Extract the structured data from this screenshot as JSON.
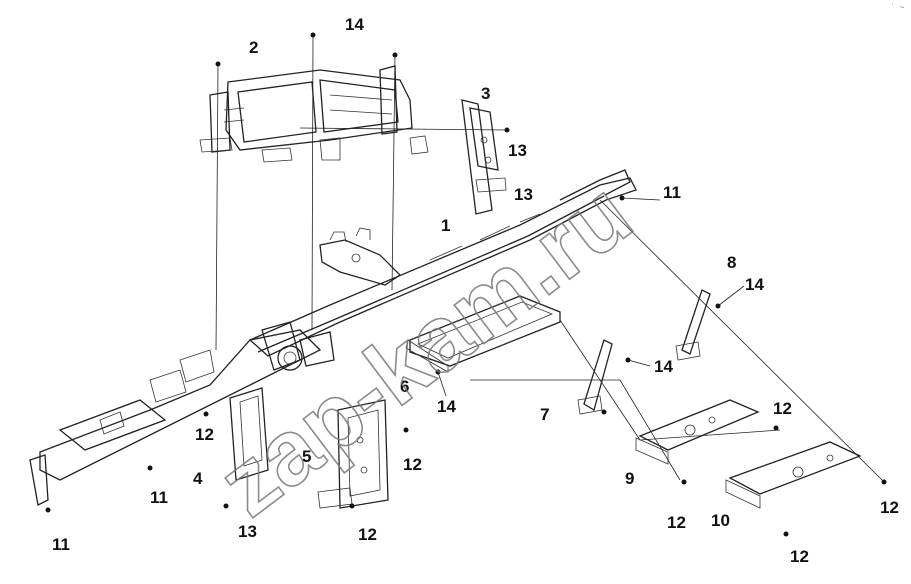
{
  "watermark": {
    "text": "zap-kam.ru"
  },
  "corner_mark": "˙ ~",
  "callouts": [
    {
      "label": "14"
    },
    {
      "label": "2"
    },
    {
      "label": "3"
    },
    {
      "label": "13"
    },
    {
      "label": "13"
    },
    {
      "label": "11"
    },
    {
      "label": "1"
    },
    {
      "label": "8"
    },
    {
      "label": "14"
    },
    {
      "label": "14"
    },
    {
      "label": "6"
    },
    {
      "label": "14"
    },
    {
      "label": "7"
    },
    {
      "label": "12"
    },
    {
      "label": "12"
    },
    {
      "label": "9"
    },
    {
      "label": "12"
    },
    {
      "label": "10"
    },
    {
      "label": "12"
    },
    {
      "label": "12"
    },
    {
      "label": "5"
    },
    {
      "label": "12"
    },
    {
      "label": "4"
    },
    {
      "label": "11"
    },
    {
      "label": "13"
    },
    {
      "label": "12"
    },
    {
      "label": "11"
    }
  ]
}
